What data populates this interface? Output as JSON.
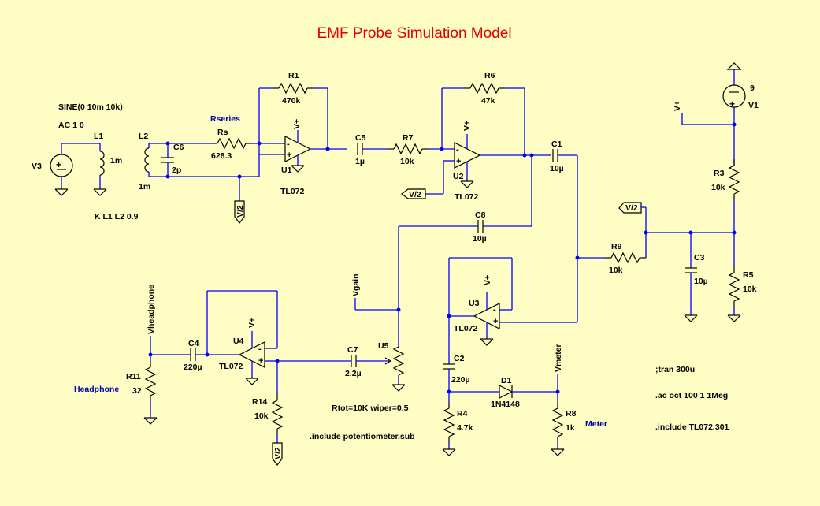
{
  "title": "EMF Probe Simulation Model",
  "sources": {
    "v3_name": "V3",
    "v3_func": "SINE(0 10m 10k)",
    "v3_ac": "AC 1 0",
    "v1_name": "V1",
    "v1_value": "9"
  },
  "inductors": {
    "l1_name": "L1",
    "l1_value": "1m",
    "l2_name": "L2",
    "l2_value": "1m",
    "coupling": "K L1 L2 0.9"
  },
  "capacitors": {
    "c6_name": "C6",
    "c6_value": "2p",
    "c5_name": "C5",
    "c5_value": "1µ",
    "c1_name": "C1",
    "c1_value": "10µ",
    "c8_name": "C8",
    "c8_value": "10µ",
    "c3_name": "C3",
    "c3_value": "10µ",
    "c4_name": "C4",
    "c4_value": "220µ",
    "c7_name": "C7",
    "c7_value": "2.2µ",
    "c2_name": "C2",
    "c2_value": "220µ"
  },
  "resistors": {
    "rs_name": "Rs",
    "rs_value": "628.3",
    "r1_name": "R1",
    "r1_value": "470k",
    "r7_name": "R7",
    "r7_value": "10k",
    "r6_name": "R6",
    "r6_value": "47k",
    "r3_name": "R3",
    "r3_value": "10k",
    "r5_name": "R5",
    "r5_value": "10k",
    "r9_name": "R9",
    "r9_value": "10k",
    "r11_name": "R11",
    "r11_value": "32",
    "r14_name": "R14",
    "r14_value": "10k",
    "r4_name": "R4",
    "r4_value": "4.7k",
    "r8_name": "R8",
    "r8_value": "1k"
  },
  "opamps": {
    "u1_name": "U1",
    "u1_model": "TL072",
    "u2_name": "U2",
    "u2_model": "TL072",
    "u3_name": "U3",
    "u3_model": "TL072",
    "u4_name": "U4",
    "u4_model": "TL072"
  },
  "pot": {
    "name": "U5",
    "params": "Rtot=10K wiper=0.5"
  },
  "diode": {
    "name": "D1",
    "model": "1N4148"
  },
  "nets": {
    "rseries": "Rseries",
    "vplus": "V+",
    "vhalf": "V/2",
    "vgain": "Vgain",
    "vheadphone": "Vheadphone",
    "headphone": "Headphone",
    "vmeter": "Vmeter",
    "meter": "Meter"
  },
  "directives": {
    "tran": ";tran 300u",
    "ac": ".ac oct 100 1 1Meg",
    "include_tl072": ".include TL072.301",
    "include_pot": ".include potentiometer.sub"
  }
}
